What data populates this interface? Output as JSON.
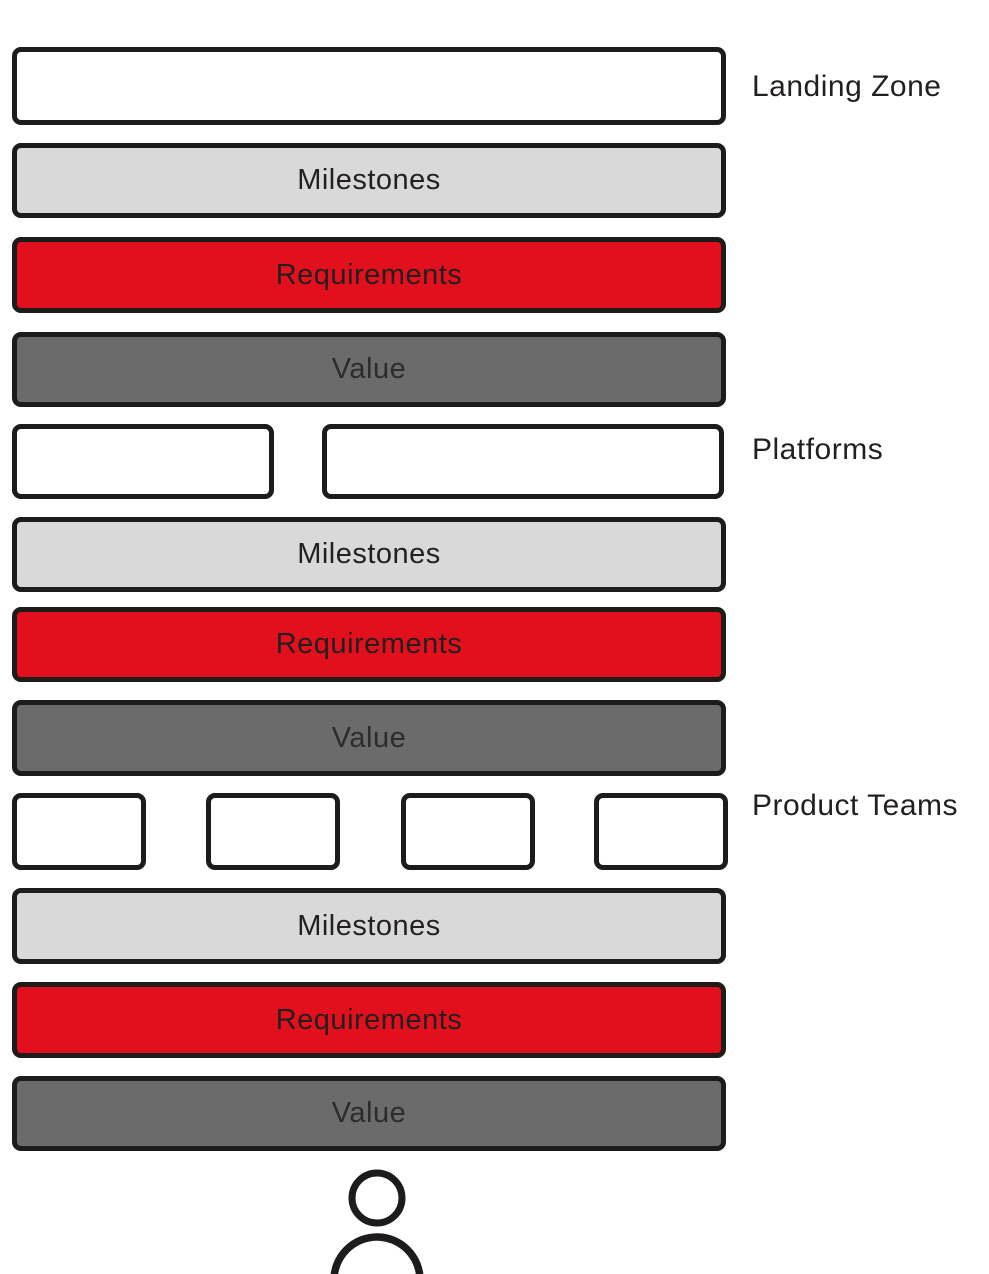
{
  "diagram": {
    "groups": [
      {
        "header_label": "Landing Zone",
        "header_box_count": 1,
        "bars": [
          {
            "label": "Milestones"
          },
          {
            "label": "Requirements"
          },
          {
            "label": "Value"
          }
        ]
      },
      {
        "header_label": "Platforms",
        "header_box_count": 2,
        "bars": [
          {
            "label": "Milestones"
          },
          {
            "label": "Requirements"
          },
          {
            "label": "Value"
          }
        ]
      },
      {
        "header_label": "Product Teams",
        "header_box_count": 4,
        "bars": [
          {
            "label": "Milestones"
          },
          {
            "label": "Requirements"
          },
          {
            "label": "Value"
          }
        ]
      }
    ],
    "icons": [
      {
        "name": "person-icon"
      }
    ],
    "colors": {
      "red": "#e2101c",
      "light_gray": "#d9d9d9",
      "dark_gray": "#6b6b6b",
      "ink": "#1e1b1b",
      "text": "#231f20",
      "background": "#ffffff"
    }
  }
}
